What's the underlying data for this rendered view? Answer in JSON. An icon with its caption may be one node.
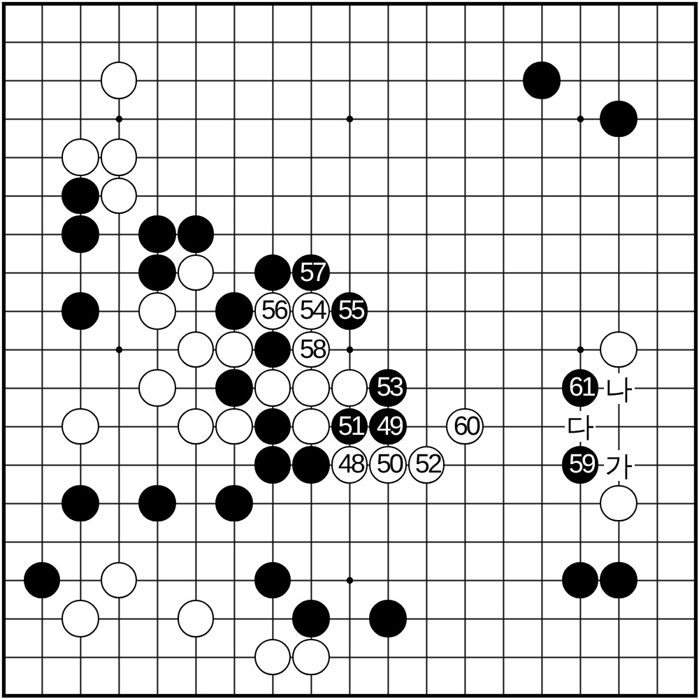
{
  "diagram": {
    "nodes": [
      {
        "text": [],
        "shape": "circle"
      },
      {
        "text": [],
        "shape": "circle"
      },
      {
        "text": [],
        "shape": "circle"
      },
      {
        "text": [],
        "shape": "circle"
      },
      {
        "text": [],
        "shape": "circle"
      },
      {
        "text": [],
        "shape": "circle"
      },
      {
        "text": [],
        "shape": "circle"
      },
      {
        "text": [],
        "shape": "circle"
      },
      {
        "text": [],
        "shape": "circle"
      },
      {
        "text": [],
        "shape": "circle"
      },
      {
        "text": [],
        "shape": "circle"
      },
      {
        "text": [],
        "shape": "circle"
      },
      {
        "text": [],
        "shape": "circle"
      },
      {
        "text": [
          "57"
        ]
      },
      {
        "text": [],
        "shape": "circle"
      },
      {
        "text": [],
        "shape": "circle"
      },
      {
        "text": [],
        "shape": "circle"
      },
      {
        "text": [
          "56"
        ]
      },
      {
        "text": [
          "54"
        ]
      },
      {
        "text": [
          "55"
        ]
      },
      {
        "text": [],
        "shape": "circle"
      },
      {
        "text": [],
        "shape": "circle"
      },
      {
        "text": [],
        "shape": "circle"
      },
      {
        "text": [
          "58"
        ]
      },
      {
        "text": [],
        "shape": "circle"
      },
      {
        "text": [],
        "shape": "circle"
      },
      {
        "text": [],
        "shape": "circle"
      },
      {
        "text": [],
        "shape": "circle"
      },
      {
        "text": [],
        "shape": "circle"
      },
      {
        "text": [],
        "shape": "circle"
      },
      {
        "text": [
          "53"
        ]
      },
      {
        "text": [
          "61"
        ]
      },
      {
        "text": [],
        "shape": "circle"
      },
      {
        "text": [],
        "shape": "circle"
      },
      {
        "text": [],
        "shape": "circle"
      },
      {
        "text": [],
        "shape": "circle"
      },
      {
        "text": [],
        "shape": "circle"
      },
      {
        "text": [
          "51"
        ]
      },
      {
        "text": [
          "49"
        ]
      },
      {
        "text": [
          "60"
        ]
      },
      {
        "text": [],
        "shape": "circle"
      },
      {
        "text": [],
        "shape": "circle"
      },
      {
        "text": [
          "48"
        ]
      },
      {
        "text": [
          "50"
        ]
      },
      {
        "text": [
          "52"
        ]
      },
      {
        "text": [
          "59"
        ]
      },
      {
        "text": [],
        "shape": "circle"
      },
      {
        "text": [],
        "shape": "circle"
      },
      {
        "text": [],
        "shape": "circle"
      },
      {
        "text": [],
        "shape": "circle"
      },
      {
        "text": [],
        "shape": "circle"
      },
      {
        "text": [],
        "shape": "circle"
      },
      {
        "text": [],
        "shape": "circle"
      },
      {
        "text": [],
        "shape": "circle"
      },
      {
        "text": [],
        "shape": "circle"
      },
      {
        "text": [],
        "shape": "circle"
      },
      {
        "text": [],
        "shape": "circle"
      },
      {
        "text": [],
        "shape": "circle"
      },
      {
        "text": [],
        "shape": "circle"
      },
      {
        "text": [],
        "shape": "circle"
      },
      {
        "text": [],
        "shape": "circle"
      }
    ],
    "labels": [
      "나",
      "다",
      "가"
    ]
  }
}
